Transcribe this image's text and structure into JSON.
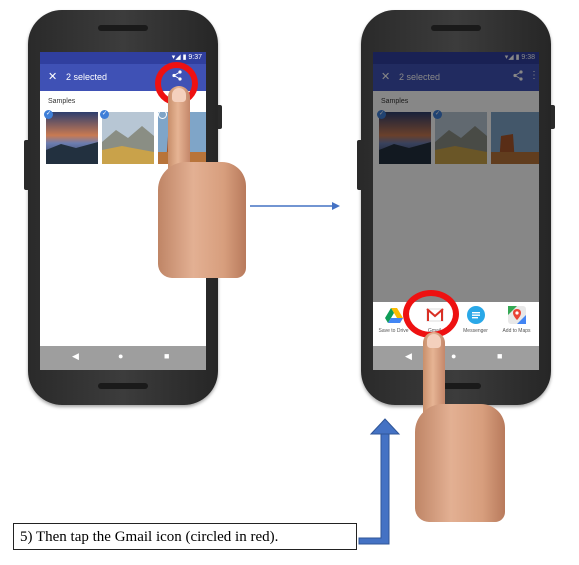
{
  "left_screen": {
    "status_time": "9:37",
    "appbar": {
      "close": "✕",
      "selected_label": "2 selected",
      "share": "⋖"
    },
    "section_label": "Samples",
    "nav": {
      "back": "◀",
      "home": "●",
      "recents": "■"
    }
  },
  "right_screen": {
    "status_time": "9:38",
    "appbar": {
      "close": "✕",
      "selected_label": "2 selected",
      "share": "⋖",
      "more": "⋮"
    },
    "section_label": "Samples",
    "share_targets": [
      {
        "label": "Save to Drive",
        "icon": "drive-icon"
      },
      {
        "label": "Gmail",
        "icon": "gmail-icon"
      },
      {
        "label": "Messenger",
        "icon": "messenger-icon"
      },
      {
        "label": "Add to Maps",
        "icon": "maps-icon"
      }
    ],
    "nav": {
      "back": "◀",
      "home": "●",
      "recents": "■"
    }
  },
  "caption": "5) Then tap the Gmail icon (circled in red).",
  "colors": {
    "highlight": "#ee1111",
    "arrow": "#4472c4",
    "appbar": "#3f51b5"
  }
}
